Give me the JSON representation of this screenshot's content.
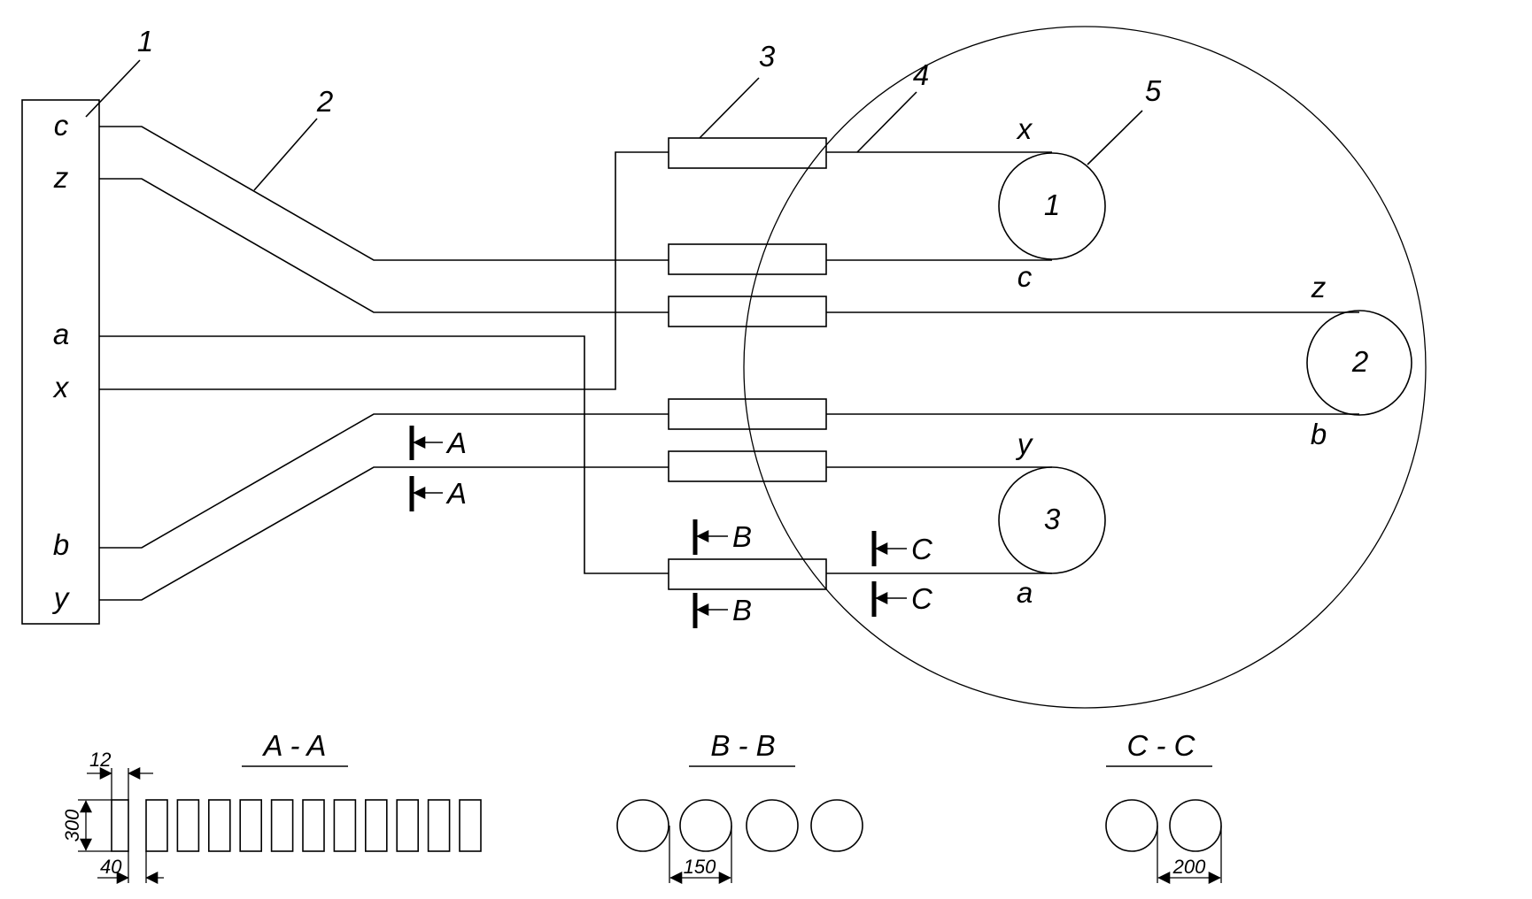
{
  "callouts": [
    "1",
    "2",
    "3",
    "4",
    "5"
  ],
  "terminal_box": {
    "terminals": [
      "c",
      "z",
      "a",
      "x",
      "b",
      "y"
    ]
  },
  "generator_coils": [
    {
      "number": "1",
      "top_terminal": "x",
      "bottom_terminal": "c"
    },
    {
      "number": "2",
      "top_terminal": "z",
      "bottom_terminal": "b"
    },
    {
      "number": "3",
      "top_terminal": "y",
      "bottom_terminal": "a"
    }
  ],
  "section_markers": {
    "A": [
      "A",
      "A"
    ],
    "B": [
      "B",
      "B"
    ],
    "C": [
      "C",
      "C"
    ]
  },
  "sections": [
    {
      "title": "A - A",
      "dimensions": [
        "12",
        "300",
        "40"
      ]
    },
    {
      "title": "B - B",
      "dimensions": [
        "150"
      ]
    },
    {
      "title": "C - C",
      "dimensions": [
        "200"
      ]
    }
  ],
  "colors": {
    "line": "#000000",
    "background": "#ffffff"
  }
}
